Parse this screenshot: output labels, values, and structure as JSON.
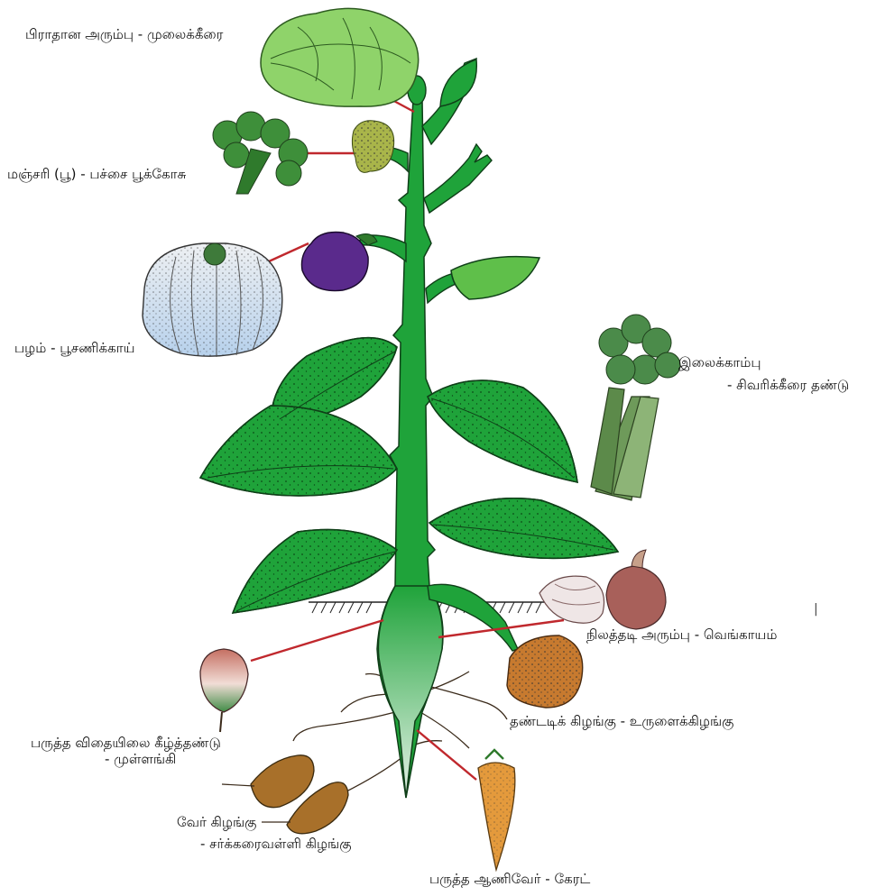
{
  "labels": {
    "terminal_bud": "பிராதான அரும்பு - முலைக்கீரை",
    "inflorescence": "மஞ்சரி (பூ) - பச்சை பூக்கோசு",
    "fruit": "பழம் - பூசணிக்காய்",
    "petiole_line1": "இலைக்காம்பு",
    "petiole_line2": "- சிவரிக்கீரை தண்டு",
    "underground_bud": "நிலத்தடி அரும்பு - வெங்காயம்",
    "hypocotyl_line1": "பருத்த விதையிலை கீழ்த்தண்டு",
    "hypocotyl_line2": "- முள்ளங்கி",
    "stem_tuber": "தண்டடிக் கிழங்கு - உருளைக்கிழங்கு",
    "root_tuber_line1": "வேர் கிழங்கு",
    "root_tuber_line2": "- சர்க்கரைவள்ளி கிழங்கு",
    "taproot": "பருத்த ஆணிவேர் - கேரட்"
  },
  "colors": {
    "plant_green": "#1fa33a",
    "leaf_dark": "#19912f",
    "pointer_red": "#c0282d",
    "cabbage": "#8fd36a",
    "broccoli": "#3e8f3a",
    "eggplant": "#5a2a8c",
    "pumpkin": "#d9dfe6",
    "celery": "#6e9a5a",
    "onion": "#a8605a",
    "potato": "#c77a2f",
    "radish": "#c98a7a",
    "sweet_potato": "#a8702a",
    "carrot": "#e49a3c"
  },
  "icons": [
    "cabbage-icon",
    "broccoli-icon",
    "eggplant-icon",
    "pumpkin-icon",
    "celery-icon",
    "onion-icon",
    "potato-icon",
    "radish-icon",
    "sweet-potato-icon",
    "carrot-icon"
  ]
}
